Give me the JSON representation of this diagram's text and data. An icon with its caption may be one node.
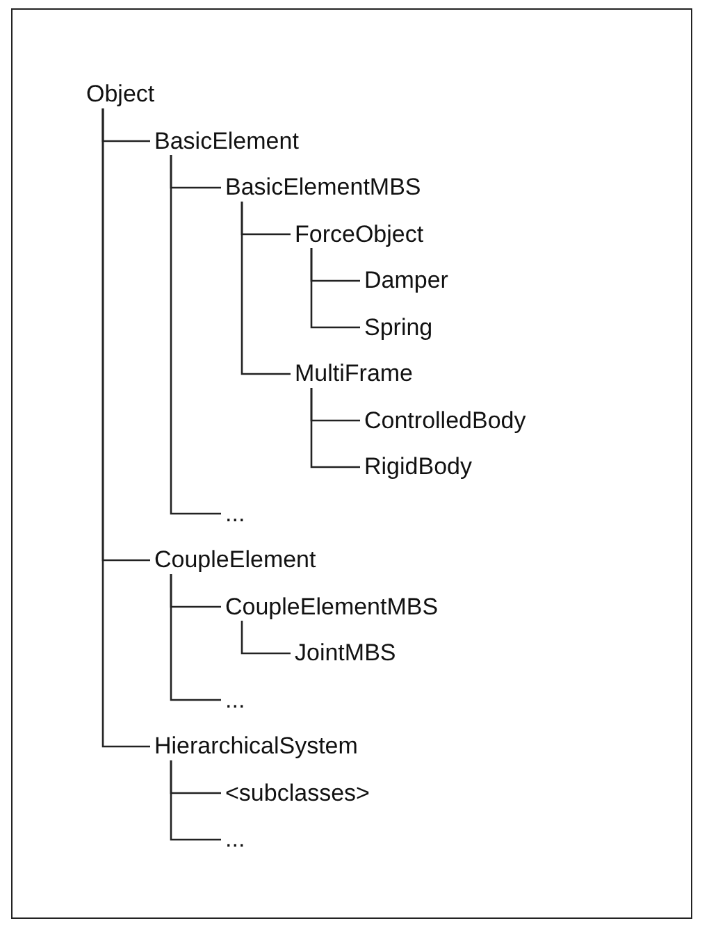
{
  "diagram": {
    "nodes": [
      {
        "text": [
          "Object"
        ]
      },
      {
        "text": [
          "BasicElement"
        ]
      },
      {
        "text": [
          "BasicElementMBS"
        ]
      },
      {
        "text": [
          "ForceObject"
        ]
      },
      {
        "text": [
          "Damper"
        ]
      },
      {
        "text": [
          "Spring"
        ]
      },
      {
        "text": [
          "MultiFrame"
        ]
      },
      {
        "text": [
          "ControlledBody"
        ]
      },
      {
        "text": [
          "RigidBody"
        ]
      },
      {
        "text": [
          "..."
        ]
      },
      {
        "text": [
          "CoupleElement"
        ]
      },
      {
        "text": [
          "CoupleElementMBS"
        ]
      },
      {
        "text": [
          "JointMBS"
        ]
      },
      {
        "text": [
          "..."
        ]
      },
      {
        "text": [
          "HierarchicalSystem"
        ]
      },
      {
        "text": [
          "<subclasses>"
        ]
      },
      {
        "text": [
          "..."
        ]
      }
    ],
    "edges": [
      {
        "from": 0,
        "to": 1,
        "arrow": "none"
      },
      {
        "from": 1,
        "to": 2,
        "arrow": "none"
      },
      {
        "from": 2,
        "to": 3,
        "arrow": "none"
      },
      {
        "from": 3,
        "to": 4,
        "arrow": "none"
      },
      {
        "from": 3,
        "to": 5,
        "arrow": "none"
      },
      {
        "from": 2,
        "to": 6,
        "arrow": "none"
      },
      {
        "from": 6,
        "to": 7,
        "arrow": "none"
      },
      {
        "from": 6,
        "to": 8,
        "arrow": "none"
      },
      {
        "from": 1,
        "to": 9,
        "arrow": "none"
      },
      {
        "from": 0,
        "to": 10,
        "arrow": "none"
      },
      {
        "from": 10,
        "to": 11,
        "arrow": "none"
      },
      {
        "from": 11,
        "to": 12,
        "arrow": "none"
      },
      {
        "from": 10,
        "to": 13,
        "arrow": "none"
      },
      {
        "from": 0,
        "to": 14,
        "arrow": "none"
      },
      {
        "from": 14,
        "to": 15,
        "arrow": "none"
      },
      {
        "from": 14,
        "to": 16,
        "arrow": "none"
      }
    ]
  }
}
